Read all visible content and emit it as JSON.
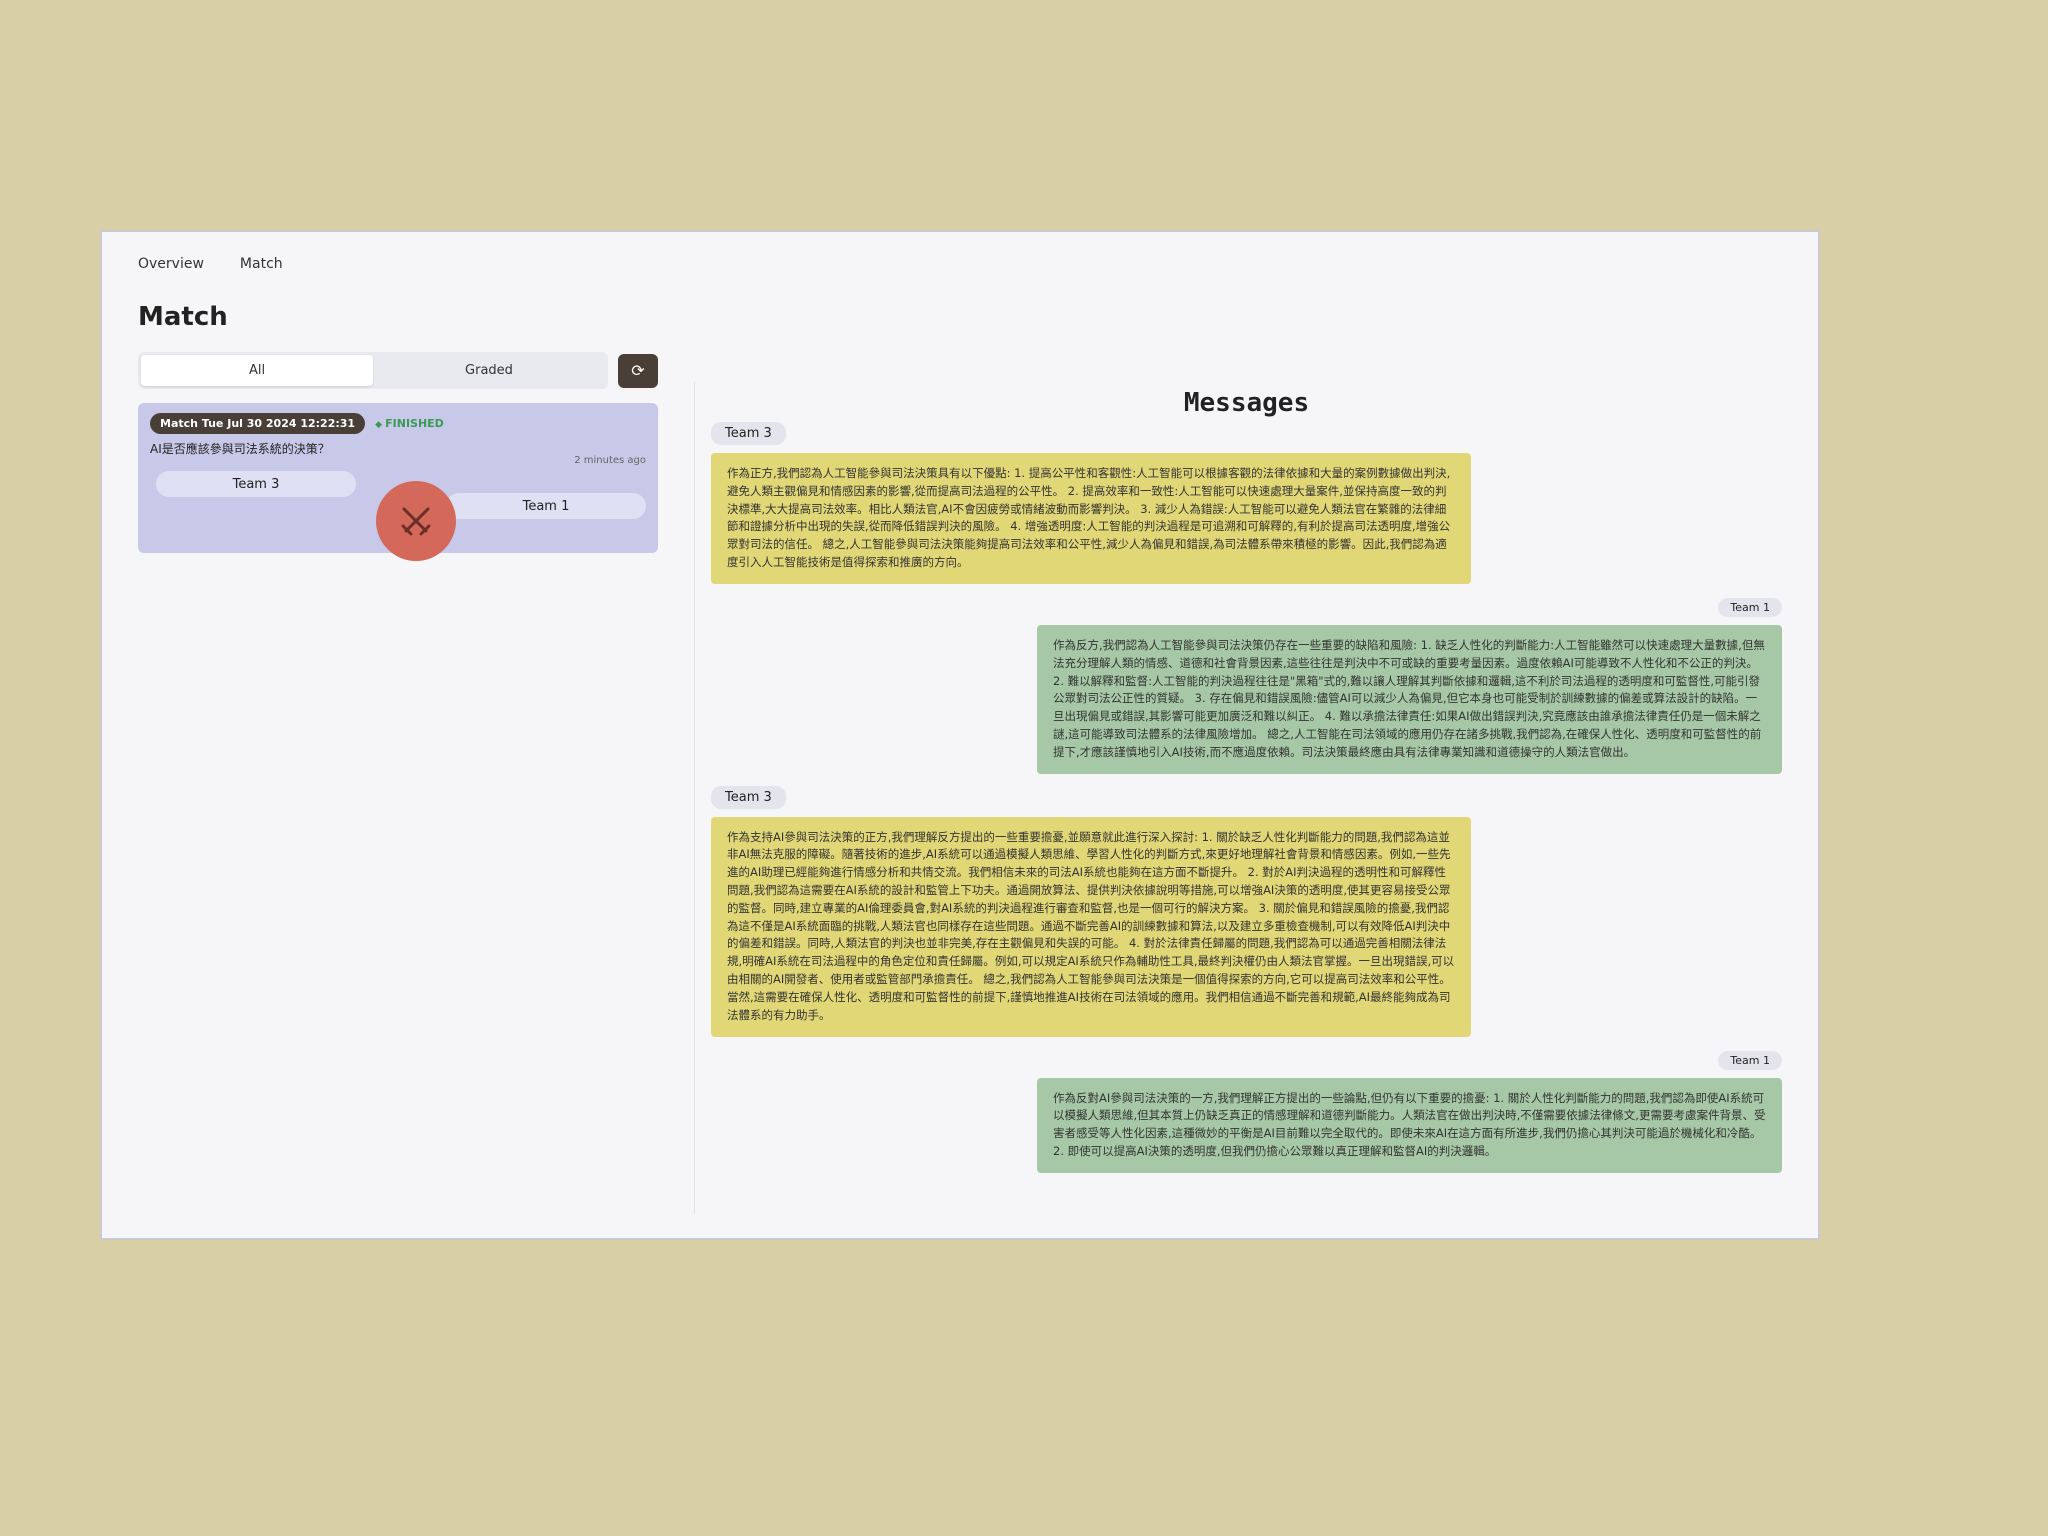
{
  "nav": {
    "overview": "Overview",
    "match": "Match"
  },
  "page_title": "Match",
  "tabs": {
    "all": "All",
    "graded": "Graded"
  },
  "match_card": {
    "badge": "Match Tue Jul 30 2024 12:22:31",
    "status": "FINISHED",
    "question": "AI是否應該參與司法系統的決策？",
    "time_ago": "2 minutes ago",
    "team_a": "Team 3",
    "team_b": "Team 1"
  },
  "messages_title": "Messages",
  "messages": [
    {
      "team": "Team 3",
      "text": "作為正方,我們認為人工智能參與司法決策具有以下優點: 1. 提高公平性和客觀性:人工智能可以根據客觀的法律依據和大量的案例數據做出判決,避免人類主觀偏見和情感因素的影響,從而提高司法過程的公平性。 2. 提高效率和一致性:人工智能可以快速處理大量案件,並保持高度一致的判決標準,大大提高司法效率。相比人類法官,AI不會因疲勞或情緒波動而影響判決。 3. 減少人為錯誤:人工智能可以避免人類法官在繁雜的法律細節和證據分析中出現的失誤,從而降低錯誤判決的風險。 4. 增強透明度:人工智能的判決過程是可追溯和可解釋的,有利於提高司法透明度,增強公眾對司法的信任。 總之,人工智能參與司法決策能夠提高司法效率和公平性,減少人為偏見和錯誤,為司法體系帶來積極的影響。因此,我們認為適度引入人工智能技術是值得探索和推廣的方向。"
    },
    {
      "team": "Team 1",
      "text": "作為反方,我們認為人工智能參與司法決策仍存在一些重要的缺陷和風險: 1. 缺乏人性化的判斷能力:人工智能雖然可以快速處理大量數據,但無法充分理解人類的情感、道德和社會背景因素,這些往往是判決中不可或缺的重要考量因素。過度依賴AI可能導致不人性化和不公正的判決。 2. 難以解釋和監督:人工智能的判決過程往往是\"黑箱\"式的,難以讓人理解其判斷依據和邏輯,這不利於司法過程的透明度和可監督性,可能引發公眾對司法公正性的質疑。 3. 存在偏見和錯誤風險:儘管AI可以減少人為偏見,但它本身也可能受制於訓練數據的偏差或算法設計的缺陷。一旦出現偏見或錯誤,其影響可能更加廣泛和難以糾正。 4. 難以承擔法律責任:如果AI做出錯誤判決,究竟應該由誰承擔法律責任仍是一個未解之謎,這可能導致司法體系的法律風險增加。 總之,人工智能在司法領域的應用仍存在諸多挑戰,我們認為,在確保人性化、透明度和可監督性的前提下,才應該謹慎地引入AI技術,而不應過度依賴。司法決策最終應由具有法律專業知識和道德操守的人類法官做出。"
    },
    {
      "team": "Team 3",
      "text": "作為支持AI參與司法決策的正方,我們理解反方提出的一些重要擔憂,並願意就此進行深入探討: 1. 關於缺乏人性化判斷能力的問題,我們認為這並非AI無法克服的障礙。隨著技術的進步,AI系統可以通過模擬人類思維、學習人性化的判斷方式,來更好地理解社會背景和情感因素。例如,一些先進的AI助理已經能夠進行情感分析和共情交流。我們相信未來的司法AI系統也能夠在這方面不斷提升。 2. 對於AI判決過程的透明性和可解釋性問題,我們認為這需要在AI系統的設計和監管上下功夫。通過開放算法、提供判決依據說明等措施,可以增強AI決策的透明度,使其更容易接受公眾的監督。同時,建立專業的AI倫理委員會,對AI系統的判決過程進行審查和監督,也是一個可行的解決方案。 3. 關於偏見和錯誤風險的擔憂,我們認為這不僅是AI系統面臨的挑戰,人類法官也同樣存在這些問題。通過不斷完善AI的訓練數據和算法,以及建立多重檢查機制,可以有效降低AI判決中的偏差和錯誤。同時,人類法官的判決也並非完美,存在主觀偏見和失誤的可能。 4. 對於法律責任歸屬的問題,我們認為可以通過完善相關法律法規,明確AI系統在司法過程中的角色定位和責任歸屬。例如,可以規定AI系統只作為輔助性工具,最終判決權仍由人類法官掌握。一旦出現錯誤,可以由相關的AI開發者、使用者或監管部門承擔責任。 總之,我們認為人工智能參與司法決策是一個值得探索的方向,它可以提高司法效率和公平性。當然,這需要在確保人性化、透明度和可監督性的前提下,謹慎地推進AI技術在司法領域的應用。我們相信通過不斷完善和規範,AI最終能夠成為司法體系的有力助手。"
    },
    {
      "team": "Team 1",
      "text": "作為反對AI參與司法決策的一方,我們理解正方提出的一些論點,但仍有以下重要的擔憂: 1. 關於人性化判斷能力的問題,我們認為即使AI系統可以模擬人類思維,但其本質上仍缺乏真正的情感理解和道德判斷能力。人類法官在做出判決時,不僅需要依據法律條文,更需要考慮案件背景、受害者感受等人性化因素,這種微妙的平衡是AI目前難以完全取代的。即使未來AI在這方面有所進步,我們仍擔心其判決可能過於機械化和冷酷。 2. 即使可以提高AI決策的透明度,但我們仍擔心公眾難以真正理解和監督AI的判決邏輯。"
    }
  ]
}
